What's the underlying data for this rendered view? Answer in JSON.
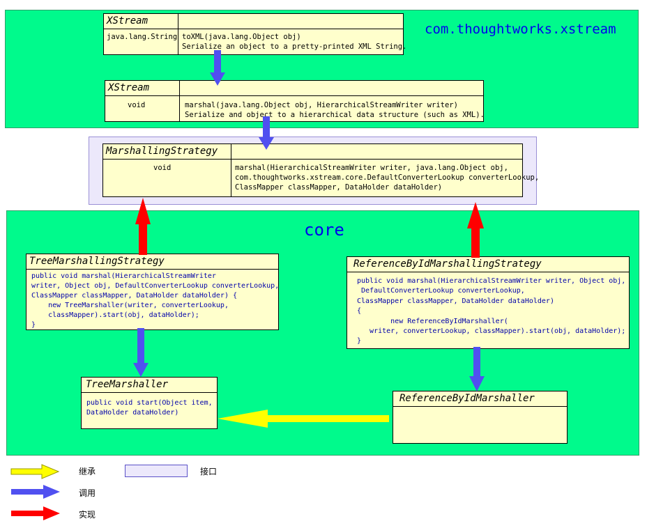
{
  "packages": {
    "top": {
      "title": "com.thoughtworks.xstream"
    },
    "interface_region": {},
    "core": {
      "title": "core"
    }
  },
  "classes": {
    "xstream_toxml": {
      "name": "XStream",
      "return_type": "java.lang.String",
      "signature": "toXML(java.lang.Object obj)",
      "description": "Serialize an object to a pretty-printed XML String."
    },
    "xstream_marshal": {
      "name": "XStream",
      "return_type": "void",
      "signature": "marshal(java.lang.Object obj, HierarchicalStreamWriter writer)",
      "description": "Serialize and object to a hierarchical data structure (such as XML)."
    },
    "marshalling_strategy": {
      "name": "MarshallingStrategy",
      "return_type": "void",
      "signature_lines": [
        "marshal(HierarchicalStreamWriter writer, java.lang.Object obj,",
        "com.thoughtworks.xstream.core.DefaultConverterLookup converterLookup,",
        "ClassMapper classMapper, DataHolder dataHolder)"
      ]
    },
    "tree_marshalling_strategy": {
      "name": "TreeMarshallingStrategy",
      "code_lines": [
        "public void marshal(HierarchicalStreamWriter",
        "writer, Object obj, DefaultConverterLookup converterLookup,",
        "ClassMapper classMapper, DataHolder dataHolder) {",
        "    new TreeMarshaller(writer, converterLookup,",
        "    classMapper).start(obj, dataHolder);",
        "}"
      ]
    },
    "reference_by_id_marshalling_strategy": {
      "name": "ReferenceByIdMarshallingStrategy",
      "code_lines": [
        "public void marshal(HierarchicalStreamWriter writer, Object obj,",
        " DefaultConverterLookup converterLookup,",
        "ClassMapper classMapper, DataHolder dataHolder)",
        "{",
        "        new ReferenceByIdMarshaller(",
        "   writer, converterLookup, classMapper).start(obj, dataHolder);",
        "}"
      ]
    },
    "tree_marshaller": {
      "name": "TreeMarshaller",
      "code_lines": [
        "public void start(Object item,",
        "DataHolder dataHolder)"
      ]
    },
    "reference_by_id_marshaller": {
      "name": "ReferenceByIdMarshaller"
    }
  },
  "legend": {
    "inherit_label": "继承",
    "call_label": "调用",
    "implement_label": "实现",
    "interface_label": "接口"
  },
  "colors": {
    "package_fill": "#00fa8c",
    "interface_fill": "#ece8fb",
    "class_fill": "#ffffcc",
    "call_arrow": "#5050f0",
    "implement_arrow": "#ff0000",
    "inherit_arrow": "#ffff00",
    "title_text": "#0000ee"
  }
}
